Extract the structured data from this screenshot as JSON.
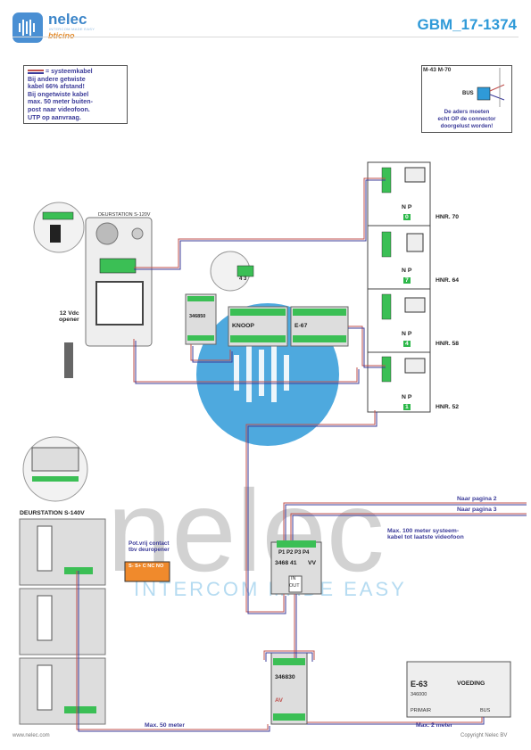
{
  "header": {
    "logo_name": "nelec",
    "logo_tagline": "INTERCOM MADE EASY",
    "brand": "bticino",
    "doc_code": "GBM_17-1374"
  },
  "note": {
    "legend": "= systeemkabel",
    "lines": [
      "Bij andere getwiste",
      "kabel 66% afstand!",
      "Bij ongetwiste kabel",
      "max. 50 meter buiten-",
      "post naar videofoon.",
      "UTP op aanvraag."
    ]
  },
  "connector_box": {
    "models": "M-43  M-70",
    "bus_label": "BUS",
    "note_lines": [
      "De aders moeten",
      "echt OP de connector",
      "doorgelust worden!"
    ]
  },
  "top_station": {
    "label": "DEURSTATION S-120V",
    "opener": [
      "12 Vdc",
      "opener"
    ]
  },
  "modules": {
    "m346850": "346850",
    "knoop": "KNOOP",
    "e67": "E-67",
    "dip_label": "4 3"
  },
  "apartments": [
    {
      "label": "HNR. 70",
      "num": "0"
    },
    {
      "label": "HNR. 64",
      "num": "7"
    },
    {
      "label": "HNR. 58",
      "num": "4"
    },
    {
      "label": "HNR. 52",
      "num": "1"
    }
  ],
  "np": {
    "n": "N",
    "p": "P"
  },
  "bottom_station": {
    "label": "DEURSTATION S-140V",
    "contact": [
      "Pot.vrij contact",
      "tbv deuropener"
    ],
    "relay_pins": "S-  S+ C  NC  NO"
  },
  "distributor": {
    "ports": [
      "P1",
      "P2",
      "P3",
      "P4"
    ],
    "code": "3468 41",
    "vv": "VV",
    "in": "IN",
    "out": "OUT"
  },
  "links": {
    "page2": "Naar pagina 2",
    "page3": "Naar pagina 3",
    "max100": [
      "Max. 100 meter systeem-",
      "kabel tot laatste videofoon"
    ]
  },
  "power_module": {
    "code": "346830",
    "av": "AV"
  },
  "supply": {
    "model": "E-63",
    "title": "VOEDING",
    "code": "346000",
    "primair": "PRIMAIR",
    "bus": "BUS"
  },
  "distances": {
    "max50": "Max. 50 meter",
    "max2": "Max. 2 meter"
  },
  "footer": {
    "site": "www.nelec.com",
    "copyright": "Copyright Nelec BV"
  },
  "watermark": {
    "word": "nelec",
    "tagline": "INTERCOM MADE EASY"
  },
  "colors": {
    "accent": "#2f9ad8",
    "cable_red": "#c0504d",
    "cable_blue": "#3d3d9a",
    "green": "#2db84a",
    "orange": "#f08a2c"
  }
}
